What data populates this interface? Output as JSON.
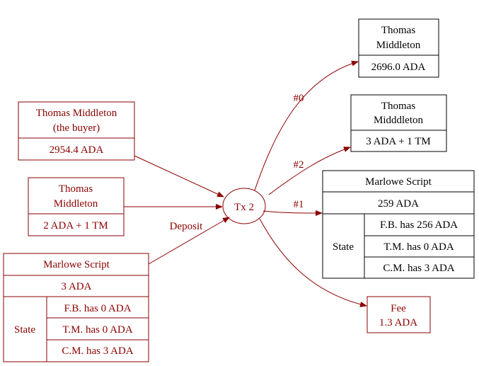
{
  "colors": {
    "input": "#8b0000",
    "output": "#000000",
    "background": "#ffffff"
  },
  "inputs": {
    "buyer": {
      "name_line1": "Thomas Middleton",
      "name_line2": "(the buyer)",
      "value": "2954.4 ADA"
    },
    "middleton": {
      "name_line1": "Thomas",
      "name_line2": "Middleton",
      "value": "2 ADA + 1 TM"
    },
    "script": {
      "name": "Marlowe Script",
      "value": "3 ADA",
      "state_label": "State",
      "state": [
        "F.B. has 0 ADA",
        "T.M. has 0 ADA",
        "C.M. has 3 ADA"
      ]
    }
  },
  "transaction": {
    "label": "Tx 2"
  },
  "edge_labels": {
    "deposit": "Deposit",
    "out0": "#0",
    "out1": "#1",
    "out2": "#2"
  },
  "outputs": {
    "out0": {
      "name_line1": "Thomas",
      "name_line2": "Middleton",
      "value": "2696.0 ADA"
    },
    "out2": {
      "name_line1": "Thomas",
      "name_line2": "Midddleton",
      "value": "3 ADA + 1 TM"
    },
    "out1": {
      "name": "Marlowe Script",
      "value": "259 ADA",
      "state_label": "State",
      "state": [
        "F.B. has 256 ADA",
        "T.M. has 0 ADA",
        "C.M. has 3 ADA"
      ]
    },
    "fee": {
      "label": "Fee",
      "value": "1.3 ADA"
    }
  }
}
